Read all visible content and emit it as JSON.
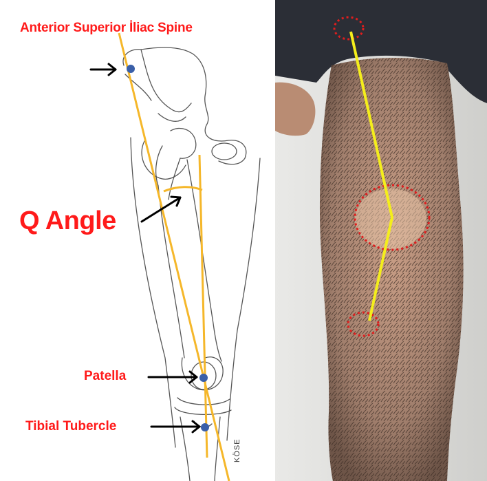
{
  "labels": {
    "asis": "Anterior Superior İliac Spine",
    "q_angle": "Q Angle",
    "patella": "Patella",
    "tibial_tubercle": "Tibial Tubercle",
    "signature": "KÖSE"
  },
  "colors": {
    "label_red": "#ff1a1a",
    "axis_line_orange": "#f5b72a",
    "photo_line_yellow": "#f4ee1c",
    "landmark_dot_blue": "#3a5fa8",
    "dotted_circle_red": "#e01e1e"
  }
}
